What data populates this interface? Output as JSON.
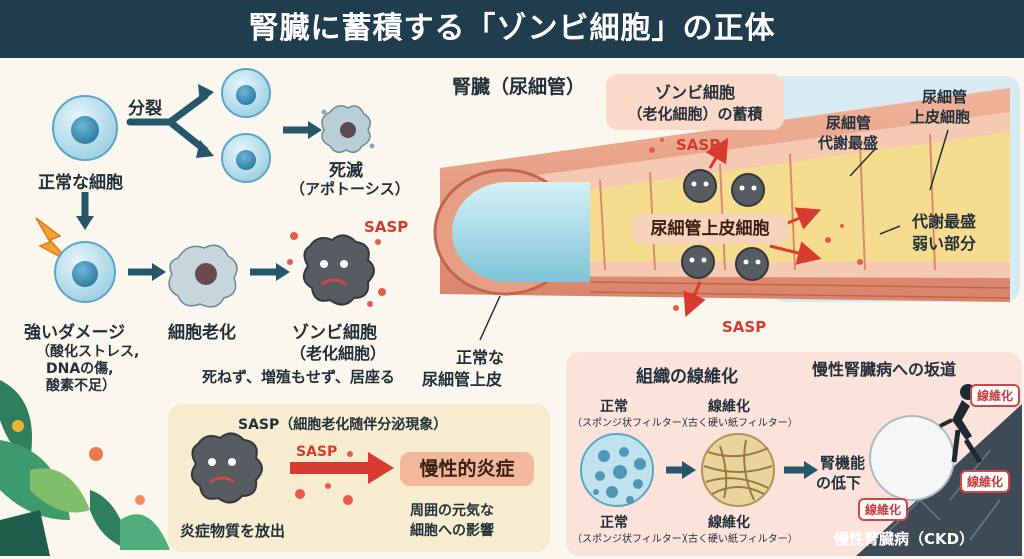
{
  "title": "腎臓に蓄積する「ゾンビ細胞」の正体",
  "left": {
    "split_label": "分裂",
    "normal_cell": "正常な細胞",
    "death": "死滅",
    "apoptosis": "（アポトーシス）",
    "damage_title": "強いダメージ",
    "damage_detail_1": "（酸化ストレス,",
    "damage_detail_2": "DNAの傷,",
    "damage_detail_3": "酸素不足）",
    "senescence": "細胞老化",
    "zombie_1": "ゾンビ細胞",
    "zombie_2": "（老化細胞）",
    "zombie_note": "死ねず、増殖もせず、居座る",
    "sasp_tag": "SASP"
  },
  "kidney": {
    "heading": "腎臓（尿細管）",
    "bubble_1": "ゾンビ細胞",
    "bubble_2": "（老化細胞）の蓄積",
    "sasp_top": "SASP",
    "sasp_bottom": "SASP",
    "epithelial": "尿細管上皮細胞",
    "normal_tubule_1": "正常な",
    "normal_tubule_2": "尿細管上皮",
    "metab_top_1": "尿細管",
    "metab_top_2": "代謝最盛",
    "epi_cell_1": "尿細管",
    "epi_cell_2": "上皮細胞",
    "weak_1": "代謝最盛",
    "weak_2": "弱い部分"
  },
  "sasp": {
    "heading": "SASP（細胞老化随伴分泌現象）",
    "arrow_label": "SASP",
    "inflammation": "慢性的炎症",
    "release": "炎症物質を放出",
    "effect_1": "周囲の元気な",
    "effect_2": "細胞への影響"
  },
  "fibrosis": {
    "heading": "組織の線維化",
    "normal_top": "正常",
    "normal_top_sub": "（スポンジ状フィルター）",
    "fib_top": "線維化",
    "fib_top_sub": "（古く硬い紙フィルター）",
    "normal_bottom": "正常",
    "normal_bottom_sub": "（スポンジ状フィルター）",
    "fib_bottom": "線維化",
    "fib_bottom_sub": "（古く硬い紙フィルター）",
    "function_1": "腎機能",
    "function_2": "の低下"
  },
  "ckd": {
    "heading": "慢性腎臓病への坂道",
    "tag_1": "線維化",
    "tag_2": "線維化",
    "tag_3": "線維化",
    "label": "慢性腎臓病（CKD）"
  },
  "colors": {
    "title_bg": "#1f3d4c",
    "arrow": "#24576a",
    "sasp_red": "#d93a2f",
    "zombie": "#545a60"
  }
}
